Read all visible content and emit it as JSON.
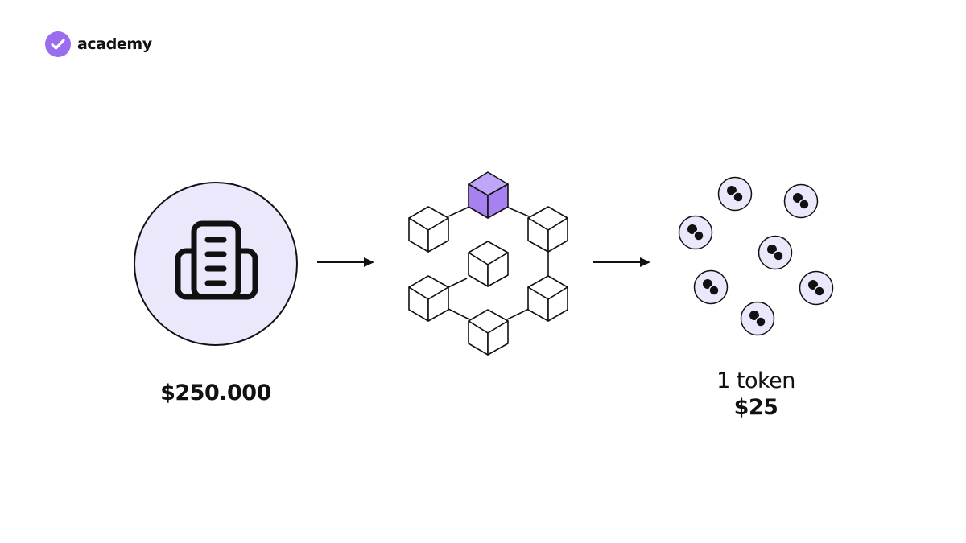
{
  "brand": {
    "name": "academy",
    "accent": "#9a6cf0",
    "mark_icon": "checkmark-badge-icon"
  },
  "colors": {
    "asset_fill": "#ece8fb",
    "highlight_block": "#c0a6f8",
    "stroke": "#111111",
    "token_fill": "#ece8fb"
  },
  "asset": {
    "icon": "building-icon",
    "value": "$250.000"
  },
  "blockchain": {
    "icon": "blockchain-network-icon",
    "block_count": 7,
    "highlighted_blocks": 1
  },
  "tokens": {
    "icon": "coin-token-icon",
    "count_shown": 7,
    "unit_label": "1 token",
    "unit_price": "$25"
  },
  "flow": {
    "arrow_icon": "arrow-right-icon"
  }
}
